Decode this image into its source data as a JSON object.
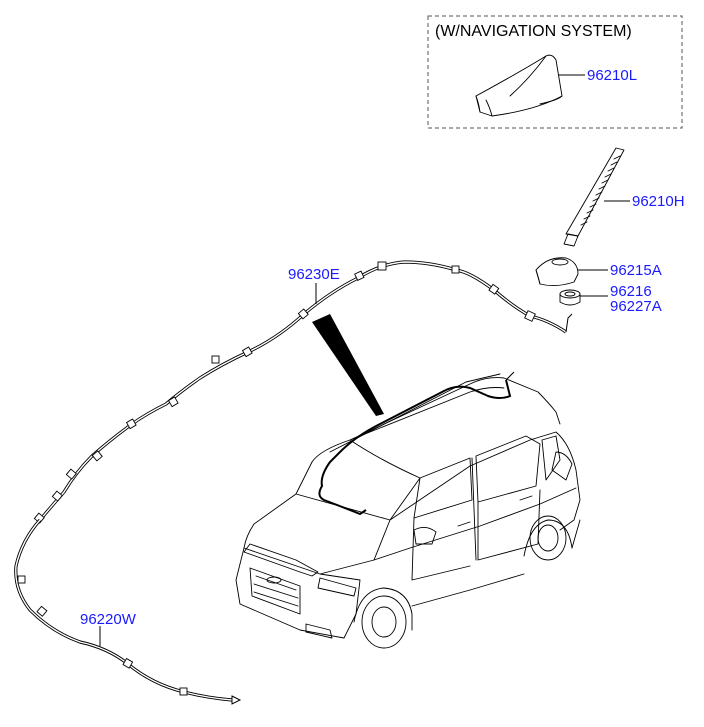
{
  "inset": {
    "title": "(W/NAVIGATION SYSTEM)"
  },
  "parts": {
    "shark_fin_antenna": "96210L",
    "pole_antenna": "96210H",
    "antenna_base": "96215A",
    "nut": "96216",
    "gasket": "96227A",
    "roof_feeder_cable": "96230E",
    "main_feeder_cable": "96220W"
  },
  "colors": {
    "label": "#1a1aff",
    "line": "#000000",
    "background": "#ffffff"
  }
}
